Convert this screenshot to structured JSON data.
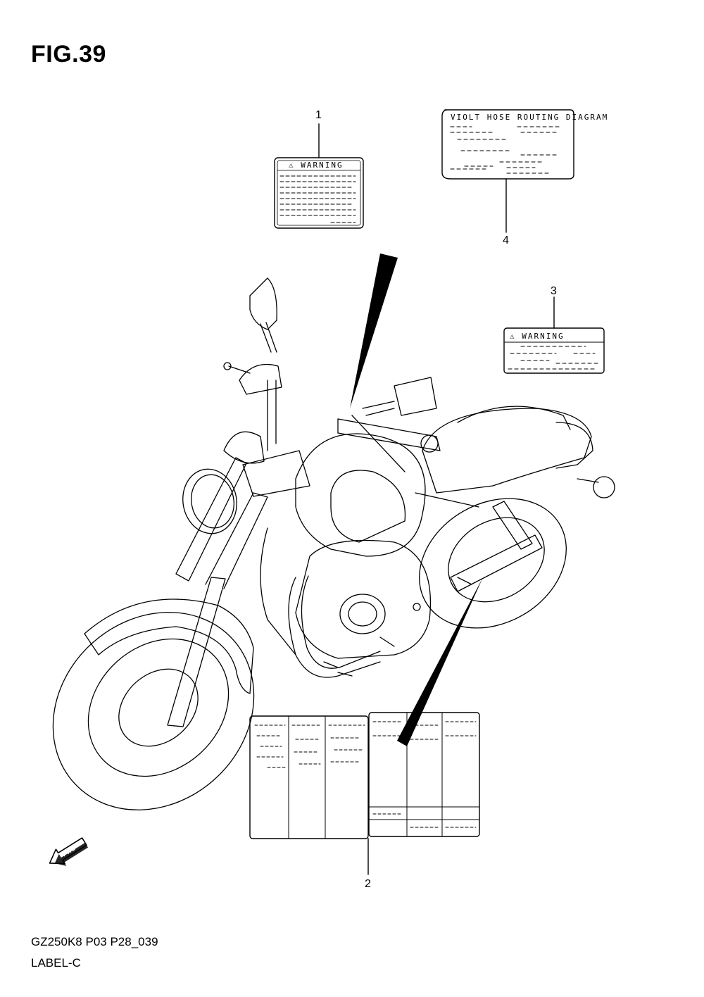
{
  "figure": {
    "title": "FIG.39",
    "code": "GZ250K8 P03 P28_039",
    "name": "LABEL-C"
  },
  "callouts": [
    {
      "number": "1"
    },
    {
      "number": "2"
    },
    {
      "number": "3"
    },
    {
      "number": "4"
    }
  ],
  "labels": {
    "label_1_heading": "⚠ WARNING",
    "label_3_heading": "⚠ WARNING",
    "label_4_heading": "VIOLT HOSE ROUTING DIAGRAM"
  },
  "fwd_arrow_text": "FWD"
}
